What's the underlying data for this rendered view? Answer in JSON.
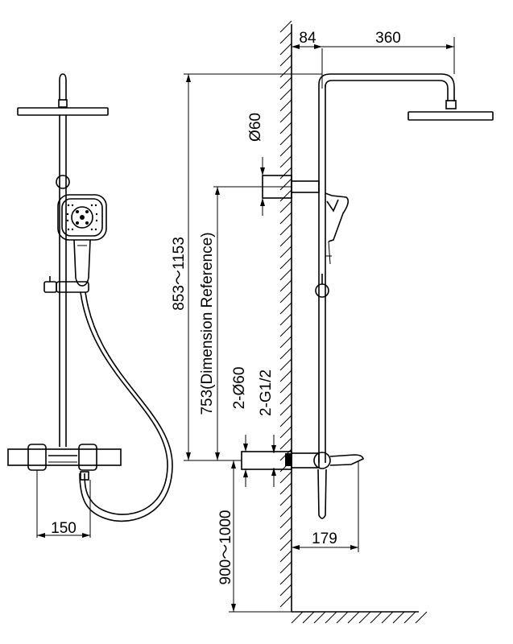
{
  "diagram": {
    "type": "technical-drawing",
    "subject": "shower column — front and side elevation",
    "labels": {
      "head_offset": "84",
      "arm_reach": "360",
      "pipe_diameter": "Ø60",
      "overall_height": "853～1153",
      "dimension_reference": "753(Dimension Reference)",
      "inlet_diameter": "2-Ø60",
      "inlet_thread": "2-G1/2",
      "mount_height": "900～1000",
      "spout_reach": "179",
      "valve_width": "150"
    }
  }
}
